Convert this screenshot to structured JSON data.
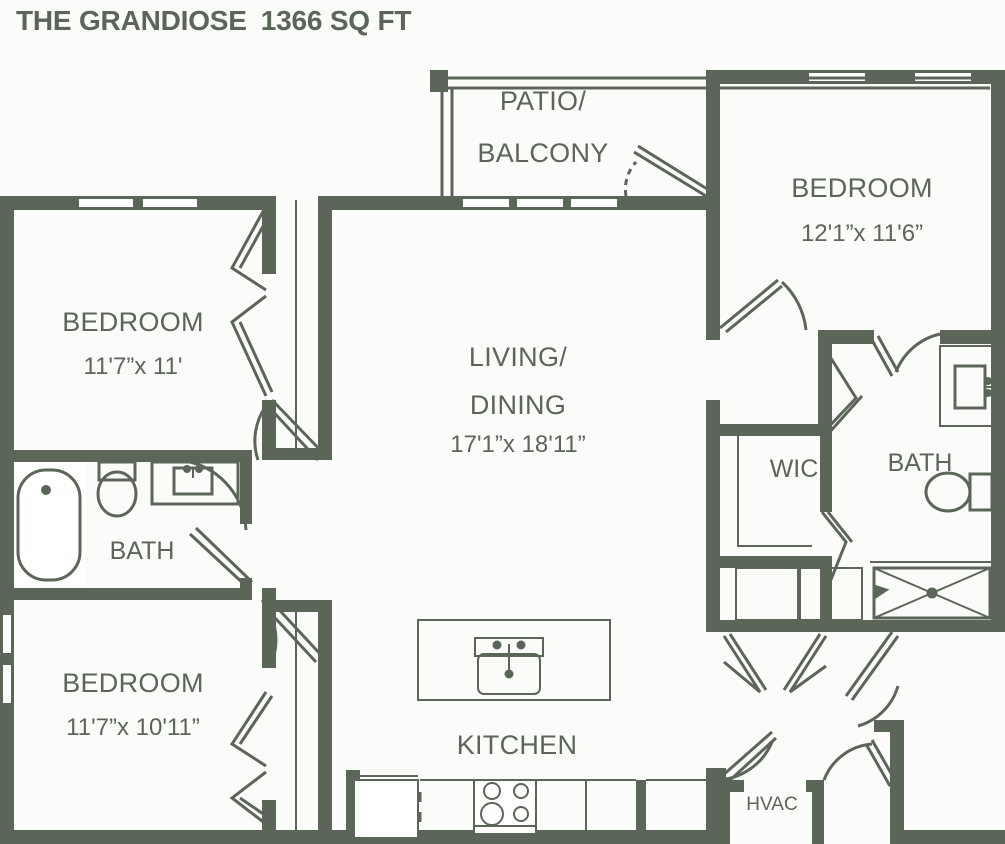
{
  "header": {
    "plan_name": "THE GRANDIOSE",
    "area": "1366 SQ FT"
  },
  "colors": {
    "wall": "#5b6659",
    "line": "#5b6659",
    "background": "#fbfbfa",
    "text": "#5b6659"
  },
  "rooms": [
    {
      "key": "patio",
      "name": "PATIO/",
      "name2": "BALCONY",
      "dim": ""
    },
    {
      "key": "bedroom_nw",
      "name": "BEDROOM",
      "dim": "11'7”x 11'"
    },
    {
      "key": "bedroom_sw",
      "name": "BEDROOM",
      "dim": "11'7”x 10'11”"
    },
    {
      "key": "bedroom_ne",
      "name": "BEDROOM",
      "dim": "12'1”x 11'6”"
    },
    {
      "key": "living",
      "name": "LIVING/",
      "name2": "DINING",
      "dim": "17'1”x 18'11”"
    },
    {
      "key": "bath_w",
      "name": "BATH",
      "dim": ""
    },
    {
      "key": "bath_e",
      "name": "BATH",
      "dim": ""
    },
    {
      "key": "wic",
      "name": "WIC",
      "dim": ""
    },
    {
      "key": "kitchen",
      "name": "KITCHEN",
      "dim": ""
    },
    {
      "key": "hvac",
      "name": "HVAC",
      "dim": ""
    }
  ],
  "fixtures": [
    {
      "key": "bathtub",
      "label": "bathtub"
    },
    {
      "key": "toilet-west",
      "label": "toilet"
    },
    {
      "key": "vanity-west",
      "label": "vanity sink"
    },
    {
      "key": "toilet-east",
      "label": "toilet"
    },
    {
      "key": "vanity-east",
      "label": "vanity sink"
    },
    {
      "key": "shower",
      "label": "shower stall"
    },
    {
      "key": "kitchen-island",
      "label": "kitchen island with sink"
    },
    {
      "key": "range",
      "label": "range with four burners"
    },
    {
      "key": "refrigerator",
      "label": "refrigerator"
    },
    {
      "key": "linen-closets",
      "label": "linen closets"
    }
  ]
}
